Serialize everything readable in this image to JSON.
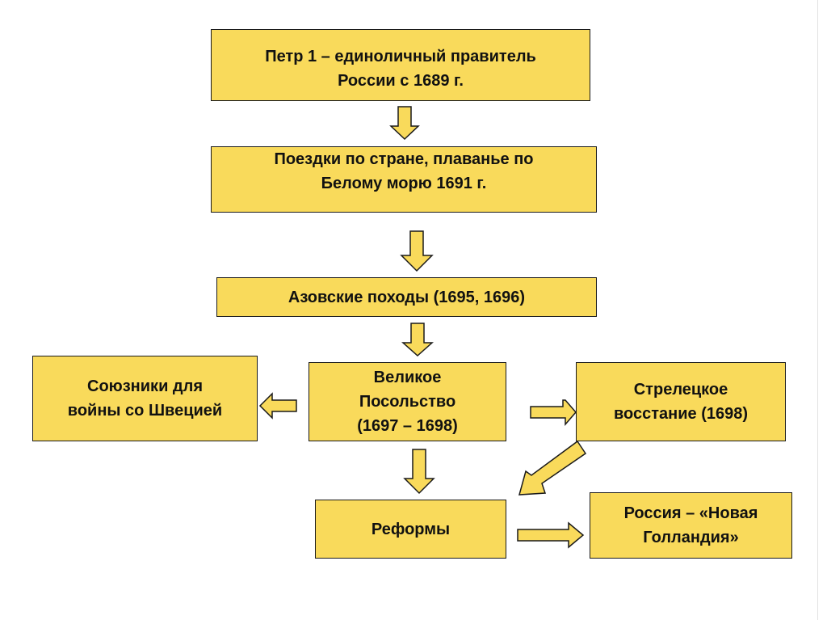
{
  "diagram": {
    "nodes": {
      "peter": {
        "line1": "Петр 1 – единоличный правитель",
        "line2": "России с 1689 г."
      },
      "trips": {
        "line1": "Поездки по стране, плаванье по",
        "line2": "Белому морю 1691 г."
      },
      "azov": {
        "line1": "Азовские походы (1695, 1696)"
      },
      "allies": {
        "line1": "Союзники для",
        "line2": "войны со Швецией"
      },
      "embassy": {
        "line1": "Великое",
        "line2": "Посольство",
        "line3": "(1697 – 1698)"
      },
      "streltsy": {
        "line1": "Стрелецкое",
        "line2": "восстание (1698)"
      },
      "reforms": {
        "line1": "Реформы"
      },
      "holland": {
        "line1": "Россия – «Новая",
        "line2": "Голландия»"
      }
    },
    "edges": [
      {
        "from": "peter",
        "to": "trips"
      },
      {
        "from": "trips",
        "to": "azov"
      },
      {
        "from": "azov",
        "to": "embassy"
      },
      {
        "from": "embassy",
        "to": "allies"
      },
      {
        "from": "embassy",
        "to": "streltsy"
      },
      {
        "from": "embassy",
        "to": "reforms"
      },
      {
        "from": "streltsy",
        "to": "reforms"
      },
      {
        "from": "reforms",
        "to": "holland"
      }
    ],
    "colors": {
      "fill": "#F9DA5B",
      "stroke": "#1a1a1a"
    }
  }
}
